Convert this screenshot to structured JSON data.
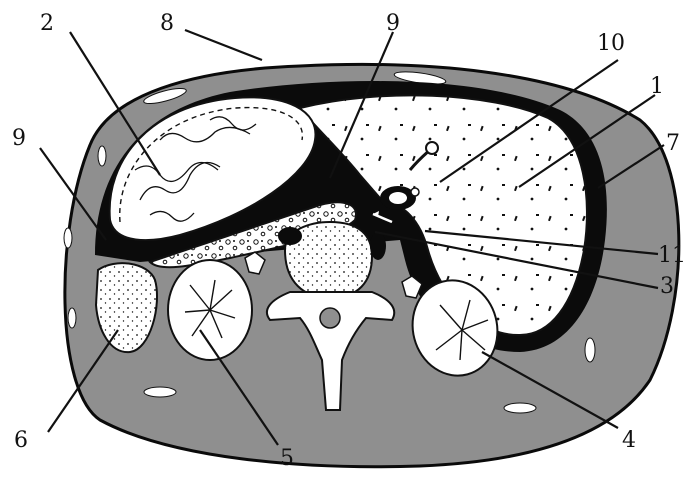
{
  "labels": {
    "l1": "1",
    "l2": "2",
    "l3": "3",
    "l4": "4",
    "l5": "5",
    "l6": "6",
    "l7": "7",
    "l8": "8",
    "l9a": "9",
    "l9b": "9",
    "l10": "10",
    "l11": "11"
  },
  "colors": {
    "body_wall": "#8f8f8f",
    "outline": "#0a0a0a",
    "organ_fill": "#ffffff",
    "cavity": "#0b0b0b"
  }
}
